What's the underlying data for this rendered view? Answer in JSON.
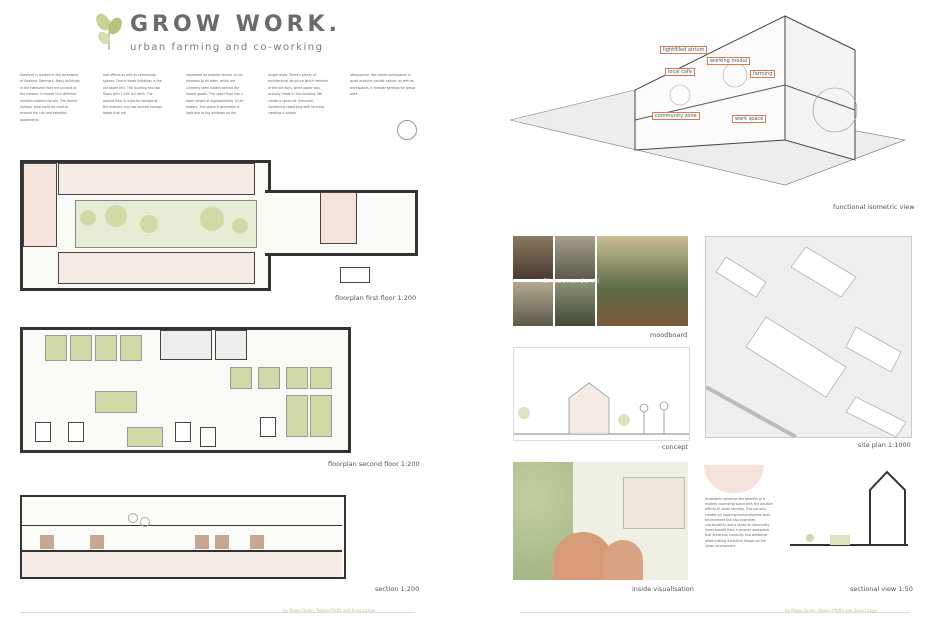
{
  "header": {
    "title": "GROW WORK.",
    "subtitle": "urban farming and co-working",
    "logo_icon": "leaf-icon"
  },
  "body_text": [
    "Hæstved is located in the southwest of Sealand, Denmark. Many buildings in the Hæstved Harn are unused as the harbour is moved to a different location outside the city. The former harbour area could be used to expand the city and establish apartments",
    "and offices as well as community spaces. One of those buildings is the old paper mill. The building has two floors with 1,500 m2 each. The ground floor is used for storage at the moment and has several storage boxes that are",
    "separated by wooden fences. It has windows to all sides, which are currently semi-hidden behind the stored goods. The upper floor has a room height of approximately 10,40 meters. The space it generates is light due to big windows on the",
    "longer walls. There's plenty of architectural structure which reminds of the old days, when paper was actually made in this building. We create a space for everyone. Combining coworking with farming, creating a unique",
    "atmosphere. We create workspaces in quiet modules amidst nature, as well as workspaces in familiar settings for group work."
  ],
  "captions": {
    "floorplan_first": "floorplan first floor 1:200",
    "floorplan_second": "floorplan second floor 1:200",
    "section": "section 1:200",
    "isometric": "functional isometric view",
    "moodboard": "moodboard",
    "site_plan": "site plan 1:1000",
    "concept": "concept",
    "inside_vis": "inside visualisation",
    "sectional_view": "sectional view 1:50"
  },
  "iso_labels": [
    "lightfilled atrium",
    "local cafe",
    "working modul",
    "farming",
    "community zone",
    "work space"
  ],
  "moodboard_label": "Ei Leonardo AI",
  "description": "GrowWork combines the benefits of a modern coworking space with the positive effects of urban farming. This not only creates an inspiring and productive work environment but also promotes sustainability and a sense of community. Users benefit from a greener workspace that enhances creativity and wellbeing while making a positive impact on the urban environment.",
  "credits": {
    "left": "by Maike Dulon, Ruben Pfaffe and Svea Lange",
    "right": "by Maike Dulon, Ruben Pfaffe and Svea Lange"
  },
  "colors": {
    "room_fill": "#f3e3da",
    "garden_fill": "#e7edd4",
    "plant_fill": "#cfdaa6",
    "label_border": "#d97a4a",
    "credit_color": "#b9c78f"
  }
}
